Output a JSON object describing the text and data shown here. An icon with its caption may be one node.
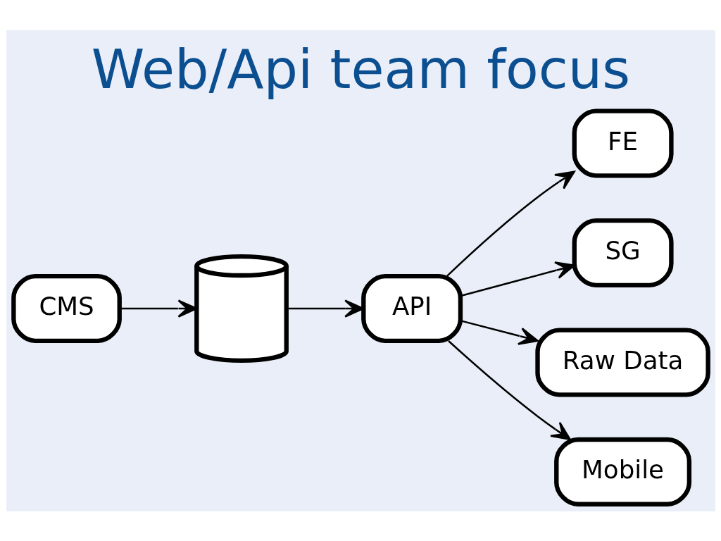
{
  "diagram": {
    "title": "Web/Api team focus",
    "nodes": [
      {
        "text": [
          "CMS"
        ]
      },
      {
        "text": [],
        "shape": "cylinder"
      },
      {
        "text": [
          "API"
        ]
      },
      {
        "text": [
          "FE"
        ]
      },
      {
        "text": [
          "SG"
        ]
      },
      {
        "text": [
          "Raw Data"
        ]
      },
      {
        "text": [
          "Mobile"
        ]
      }
    ],
    "edges": [
      {
        "from": 0,
        "to": 1,
        "arrow": "to"
      },
      {
        "from": 1,
        "to": 2,
        "arrow": "to"
      },
      {
        "from": 2,
        "to": 3,
        "arrow": "to"
      },
      {
        "from": 2,
        "to": 4,
        "arrow": "to"
      },
      {
        "from": 2,
        "to": 5,
        "arrow": "to"
      },
      {
        "from": 2,
        "to": 6,
        "arrow": "to"
      }
    ]
  }
}
